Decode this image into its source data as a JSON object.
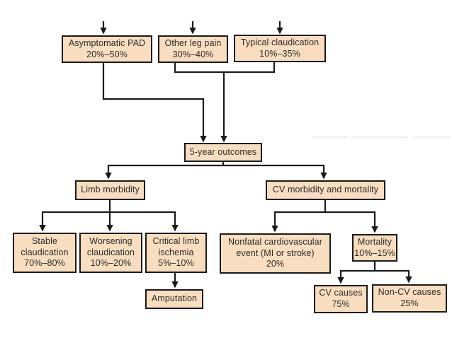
{
  "colors": {
    "box_fill": "#f8debf",
    "box_border": "#1a1a1a",
    "line": "#1a1a1a",
    "text": "#2b2b2b",
    "background": "#ffffff",
    "artifact_gray": "#f2f2f2"
  },
  "nodes": {
    "asymptomatic_pad": {
      "lines": [
        "Asymptomatic PAD",
        "20%–50%"
      ]
    },
    "other_leg_pain": {
      "lines": [
        "Other leg pain",
        "30%–40%"
      ]
    },
    "typical_claudication": {
      "lines": [
        "Typical claudication",
        "10%–35%"
      ]
    },
    "five_year_outcomes": {
      "lines": [
        "5-year outcomes"
      ]
    },
    "limb_morbidity": {
      "lines": [
        "Limb morbidity"
      ]
    },
    "cv_morbidity_mortality": {
      "lines": [
        "CV morbidity and mortality"
      ]
    },
    "stable_claudication": {
      "lines": [
        "Stable",
        "claudication",
        "70%–80%"
      ]
    },
    "worsening_claudication": {
      "lines": [
        "Worsening",
        "claudication",
        "10%–20%"
      ]
    },
    "critical_limb_ischemia": {
      "lines": [
        "Critical limb",
        "ischemia",
        "5%–10%"
      ]
    },
    "nonfatal_cv_event": {
      "lines": [
        "Nonfatal cardiovascular",
        "event (MI or stroke)",
        "20%"
      ]
    },
    "mortality": {
      "lines": [
        "Mortality",
        "10%–15%"
      ]
    },
    "amputation": {
      "lines": [
        "Amputation"
      ]
    },
    "cv_causes": {
      "lines": [
        "CV causes",
        "75%"
      ]
    },
    "non_cv_causes": {
      "lines": [
        "Non-CV causes",
        "25%"
      ]
    }
  }
}
